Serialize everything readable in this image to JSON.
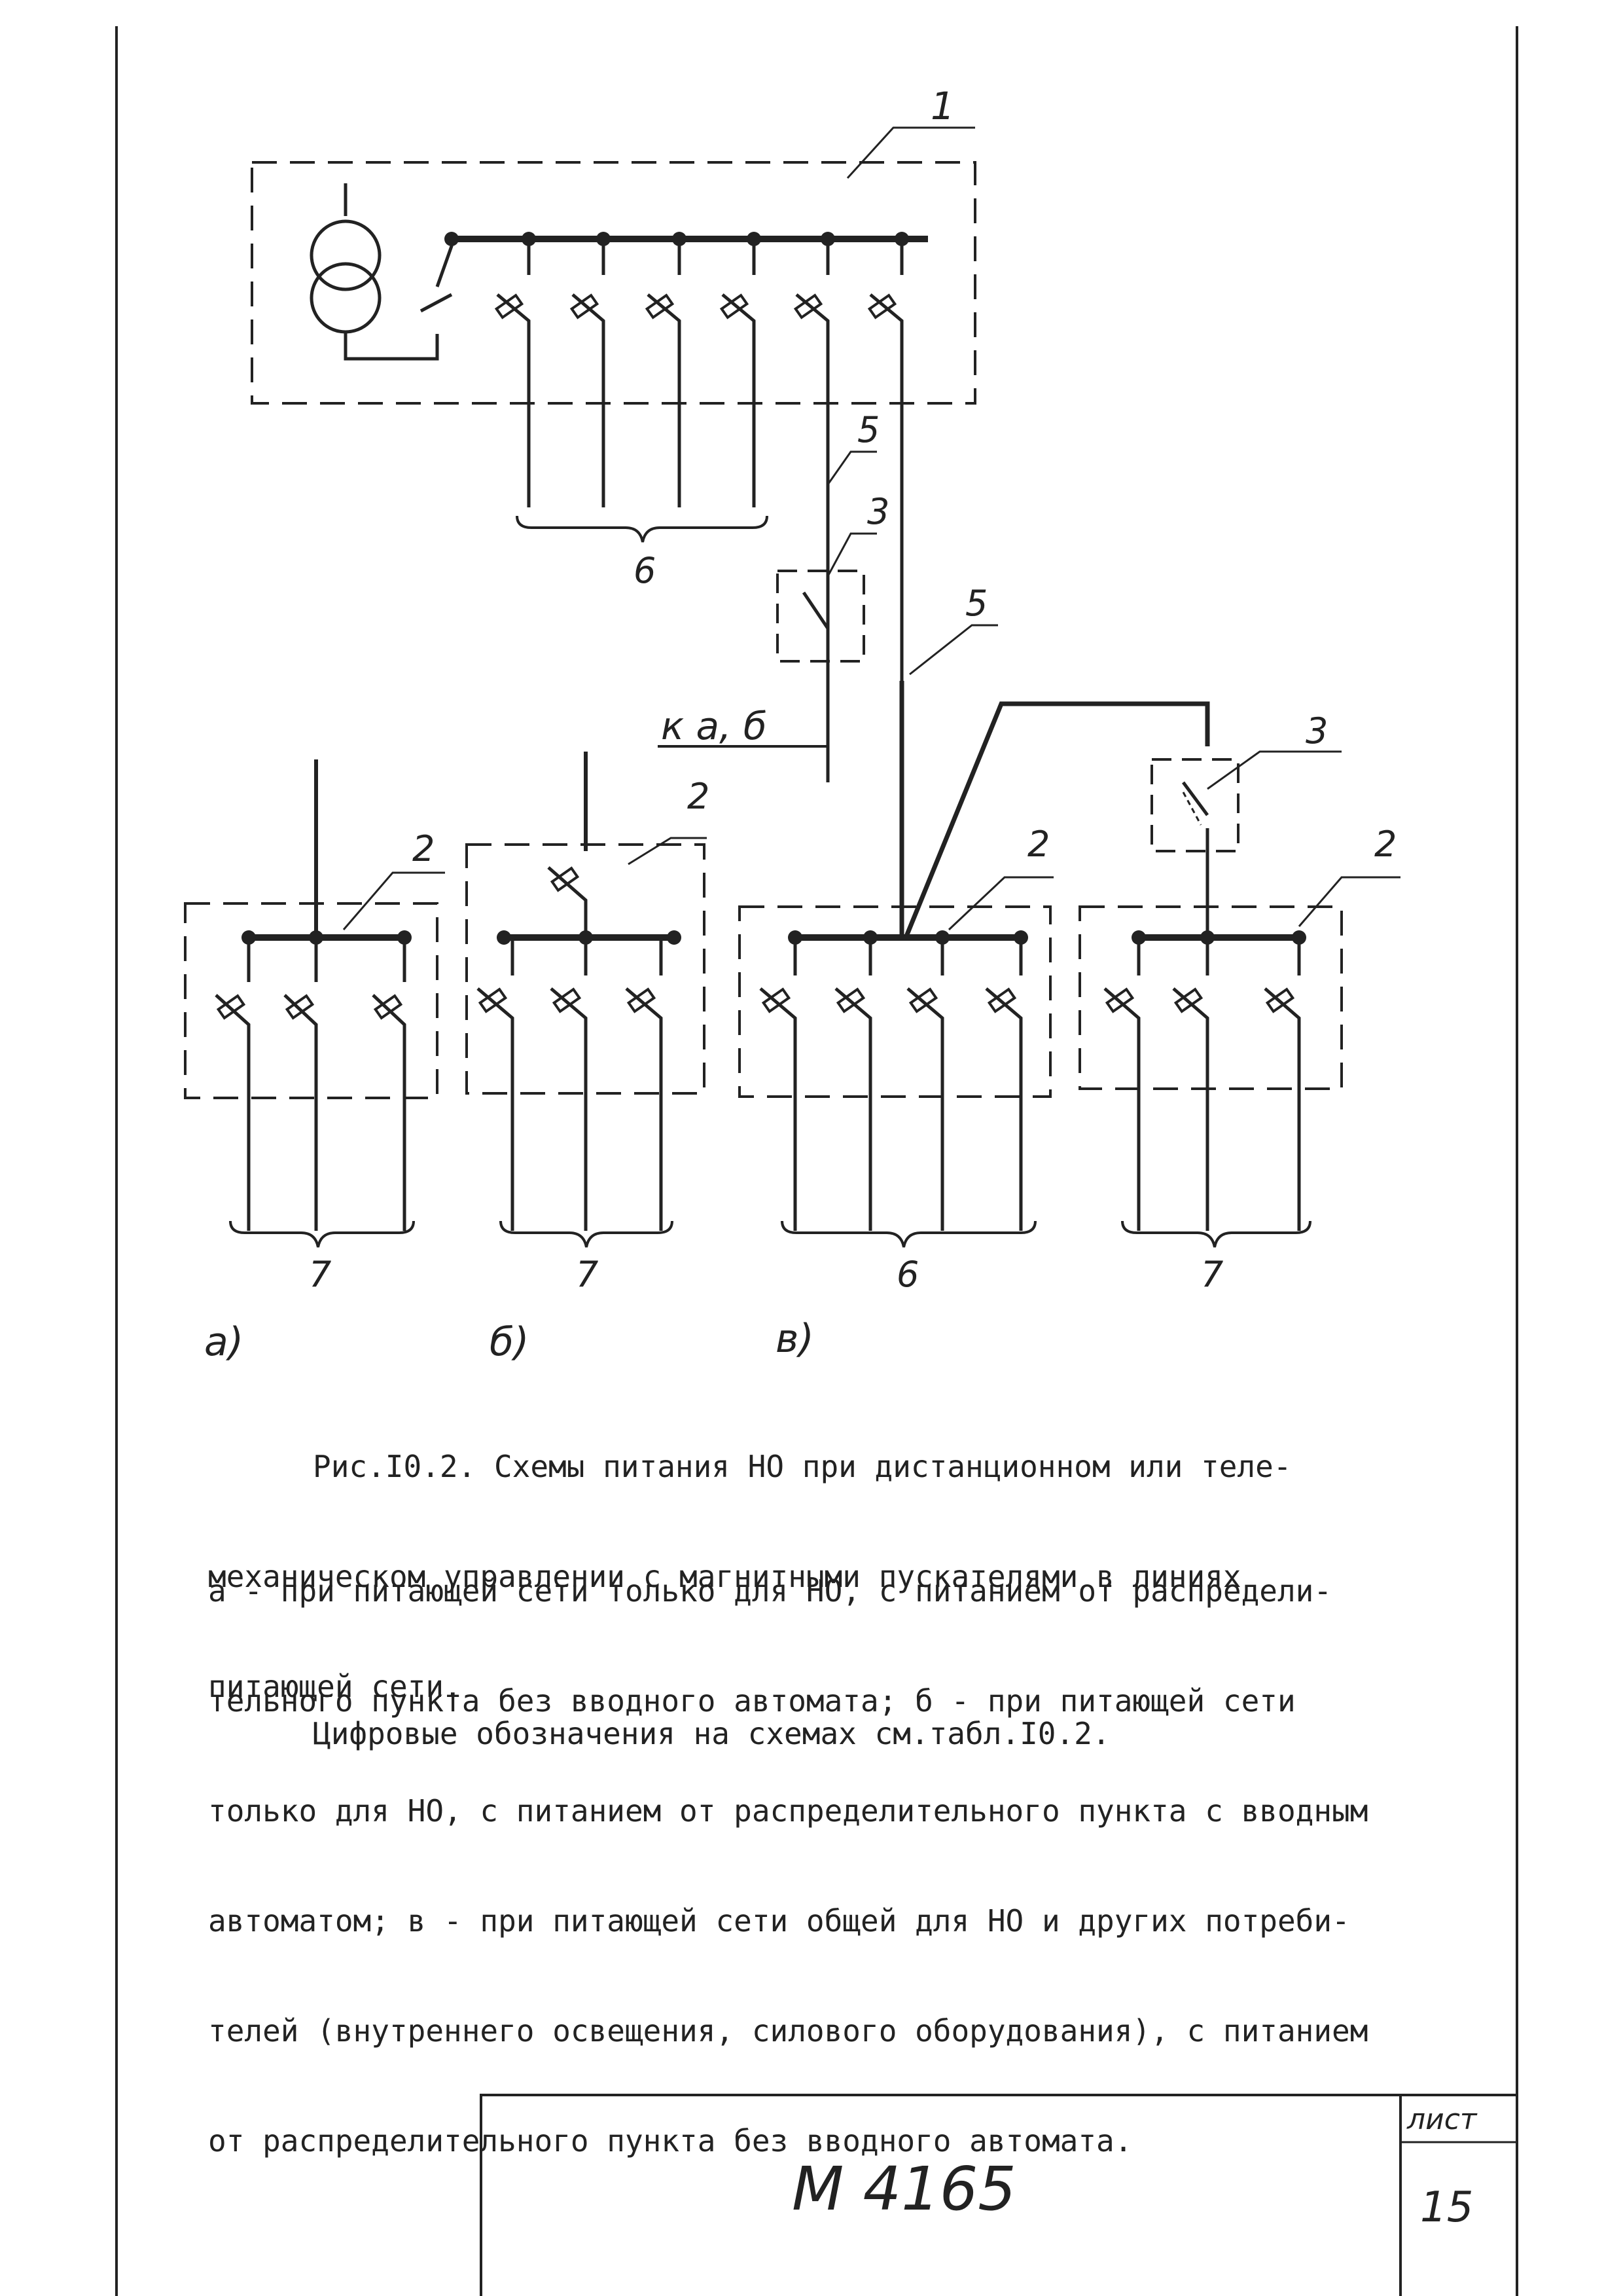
{
  "callouts": {
    "n1": "1",
    "n2_a": "2",
    "n2_b": "2",
    "n2_v1": "2",
    "n2_v2": "2",
    "n3_left": "3",
    "n3_right": "3",
    "n5_upper": "5",
    "n5_lower": "5",
    "n6_top": "6",
    "n6_bottom": "6",
    "n7_a": "7",
    "n7_b": "7",
    "n7_v": "7",
    "ka_b": "к а, б"
  },
  "subfig_labels": {
    "a": "а)",
    "b": "б)",
    "v": "в)"
  },
  "caption": {
    "title_lines": [
      "Рис.I0.2. Схемы питания НО при дистанционном или теле-",
      "механическом управлении с магнитными пускателями в линиях",
      "питающей сети."
    ],
    "body_lines": [
      "а - при питающей сети только для НО, с питанием от распредели-",
      "тельного пункта без вводного автомата; б - при питающей сети",
      "только для НО, с питанием от распределительного пункта с вводным",
      "автоматом; в - при питающей сети общей для НО и других потреби-",
      "телей (внутреннего освещения, силового оборудования), с питанием",
      "от распределительного пункта без вводного автомата."
    ],
    "note": "Цифровые обозначения на схемах см.табл.I0.2."
  },
  "stamp": {
    "doc_number": "М 4165",
    "sheet_label": "лист",
    "sheet_number": "15"
  }
}
